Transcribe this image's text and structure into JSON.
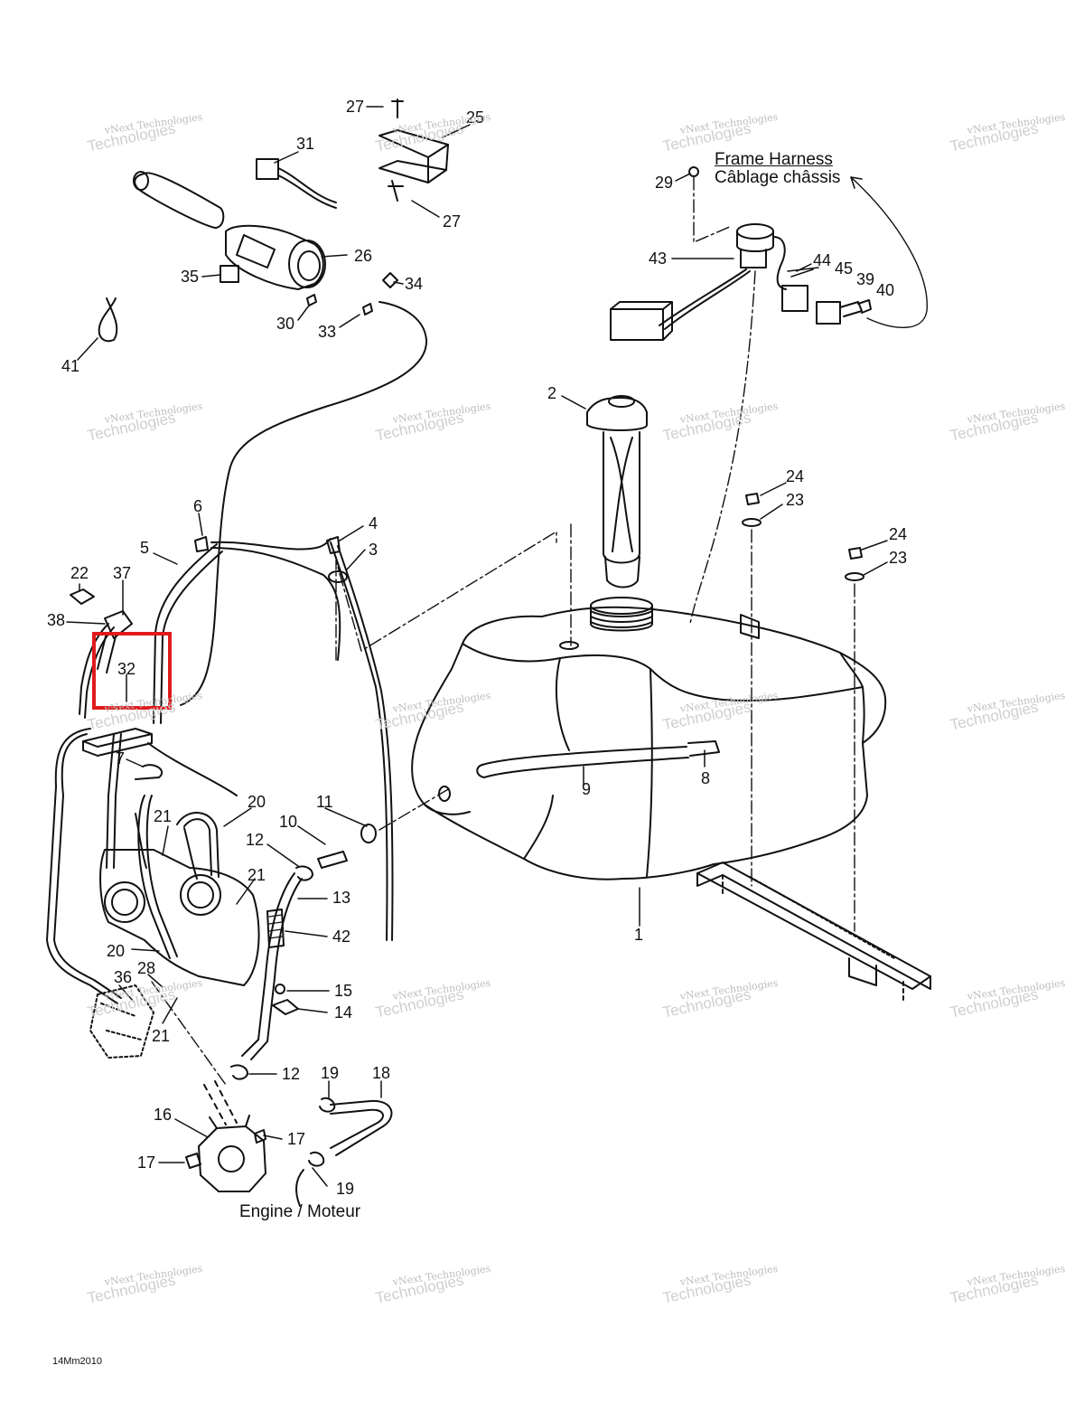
{
  "callouts": [
    {
      "id": "27a",
      "text": "27"
    },
    {
      "id": "25",
      "text": "25"
    },
    {
      "id": "31",
      "text": "31"
    },
    {
      "id": "27b",
      "text": "27"
    },
    {
      "id": "26",
      "text": "26"
    },
    {
      "id": "35",
      "text": "35"
    },
    {
      "id": "34",
      "text": "34"
    },
    {
      "id": "30",
      "text": "30"
    },
    {
      "id": "33",
      "text": "33"
    },
    {
      "id": "41",
      "text": "41"
    },
    {
      "id": "29",
      "text": "29"
    },
    {
      "id": "43",
      "text": "43"
    },
    {
      "id": "44",
      "text": "44"
    },
    {
      "id": "45",
      "text": "45"
    },
    {
      "id": "39",
      "text": "39"
    },
    {
      "id": "40",
      "text": "40"
    },
    {
      "id": "2",
      "text": "2"
    },
    {
      "id": "24a",
      "text": "24"
    },
    {
      "id": "23a",
      "text": "23"
    },
    {
      "id": "24b",
      "text": "24"
    },
    {
      "id": "23b",
      "text": "23"
    },
    {
      "id": "6",
      "text": "6"
    },
    {
      "id": "4",
      "text": "4"
    },
    {
      "id": "5",
      "text": "5"
    },
    {
      "id": "3",
      "text": "3"
    },
    {
      "id": "22",
      "text": "22"
    },
    {
      "id": "37",
      "text": "37"
    },
    {
      "id": "38",
      "text": "38"
    },
    {
      "id": "32",
      "text": "32"
    },
    {
      "id": "7",
      "text": "7"
    },
    {
      "id": "8",
      "text": "8"
    },
    {
      "id": "9",
      "text": "9"
    },
    {
      "id": "20a",
      "text": "20"
    },
    {
      "id": "11",
      "text": "11"
    },
    {
      "id": "21a",
      "text": "21"
    },
    {
      "id": "10",
      "text": "10"
    },
    {
      "id": "12a",
      "text": "12"
    },
    {
      "id": "21b",
      "text": "21"
    },
    {
      "id": "13",
      "text": "13"
    },
    {
      "id": "42",
      "text": "42"
    },
    {
      "id": "1",
      "text": "1"
    },
    {
      "id": "20b",
      "text": "20"
    },
    {
      "id": "28",
      "text": "28"
    },
    {
      "id": "36",
      "text": "36"
    },
    {
      "id": "15",
      "text": "15"
    },
    {
      "id": "14",
      "text": "14"
    },
    {
      "id": "21c",
      "text": "21"
    },
    {
      "id": "12b",
      "text": "12"
    },
    {
      "id": "19a",
      "text": "19"
    },
    {
      "id": "18",
      "text": "18"
    },
    {
      "id": "16",
      "text": "16"
    },
    {
      "id": "17a",
      "text": "17"
    },
    {
      "id": "17b",
      "text": "17"
    },
    {
      "id": "19b",
      "text": "19"
    }
  ],
  "titles": {
    "frame_harness_en": "Frame Harness",
    "frame_harness_fr": "Câblage châssis",
    "engine": "Engine / Moteur"
  },
  "watermark": {
    "line1": "vNext Technologies",
    "line2": "Technologies"
  },
  "footer": {
    "code": "14Mm2010"
  },
  "highlight": {
    "callout": "32",
    "color": "#e11b1b"
  }
}
